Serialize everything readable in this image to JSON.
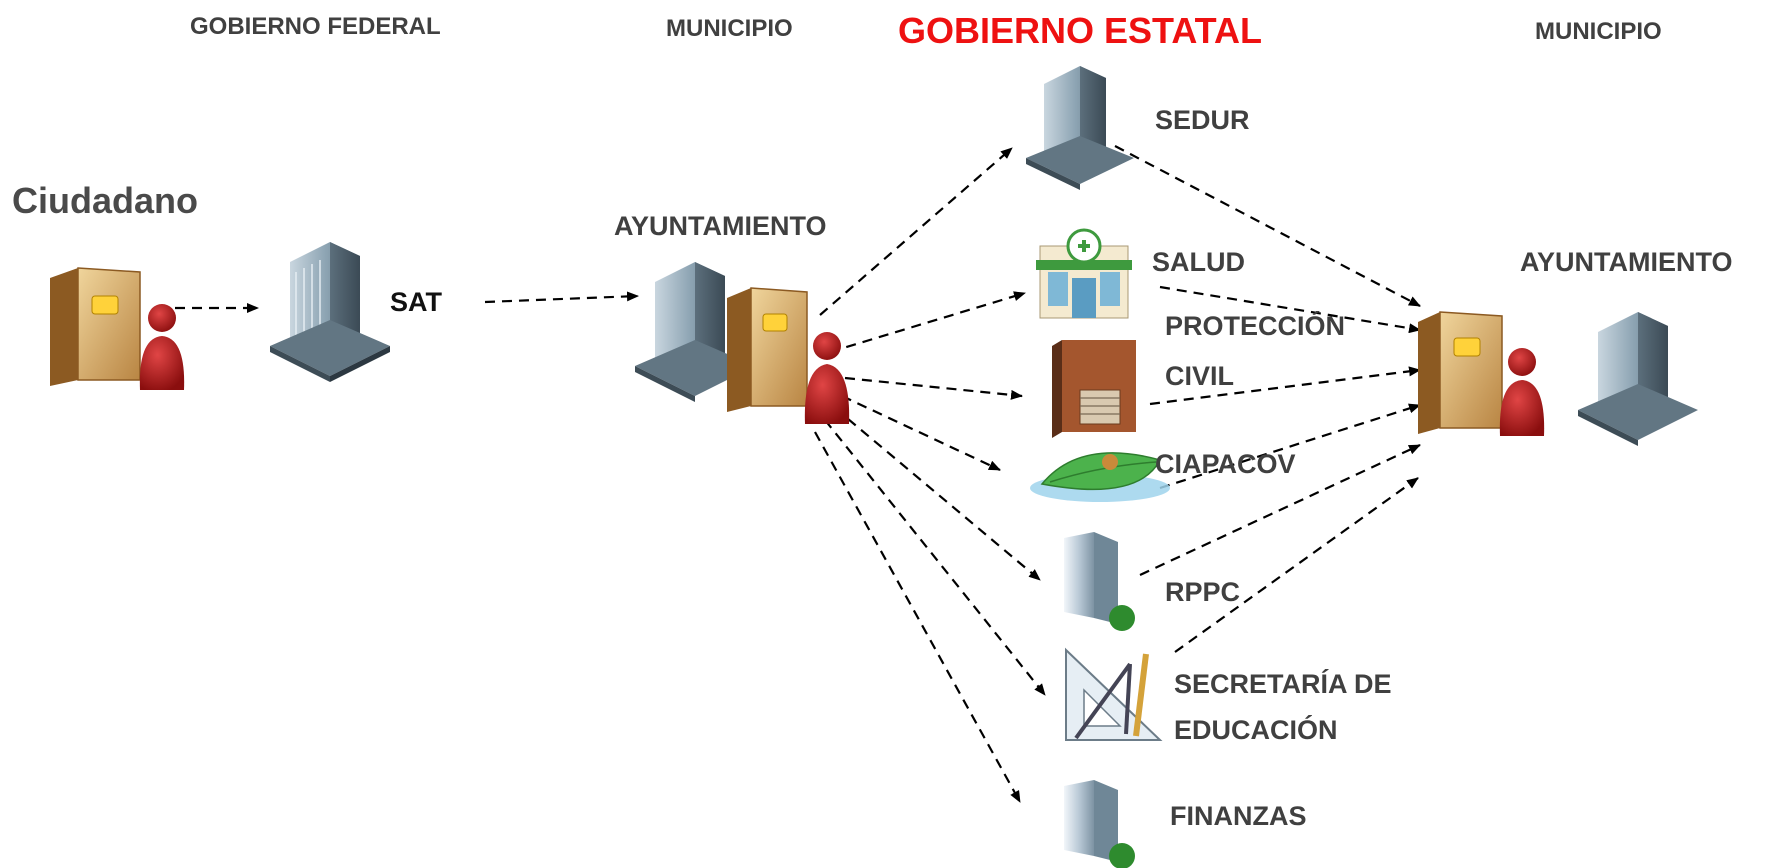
{
  "headers": {
    "federal": "GOBIERNO FEDERAL",
    "municipio_left": "MUNICIPIO",
    "estatal": "GOBIERNO ESTATAL",
    "municipio_right": "MUNICIPIO"
  },
  "nodes": {
    "ciudadano": "Ciudadano",
    "sat": "SAT",
    "ayuntamiento_left": "AYUNTAMIENTO",
    "sedur": "SEDUR",
    "salud": "SALUD",
    "proteccion_line1": "PROTECCIÓN",
    "proteccion_line2": "CIVIL",
    "ciapacov": "CIAPACOV",
    "rppc": "RPPC",
    "educacion_line1": "SECRETARÍA DE",
    "educacion_line2": "EDUCACIÓN",
    "finanzas": "FINANZAS",
    "ayuntamiento_right": "AYUNTAMIENTO"
  },
  "colors": {
    "estatal_header": "#ee1111",
    "label_text": "#404040",
    "arrow": "#000000",
    "folder": "#d9a766",
    "person": "#b01818",
    "building": "#7f97a8"
  },
  "icons": {
    "ciudadano": "person-with-folder-icon",
    "sat": "office-building-icon",
    "ayuntamiento_left": "building-person-folder-icon",
    "sedur": "office-building-icon",
    "salud": "pharmacy-store-icon",
    "proteccion": "fire-station-icon",
    "ciapacov": "water-leaf-icon",
    "rppc": "tower-building-icon",
    "educacion": "drafting-tools-icon",
    "finanzas": "tower-building-icon",
    "ayuntamiento_right": "building-person-folder-icon"
  }
}
